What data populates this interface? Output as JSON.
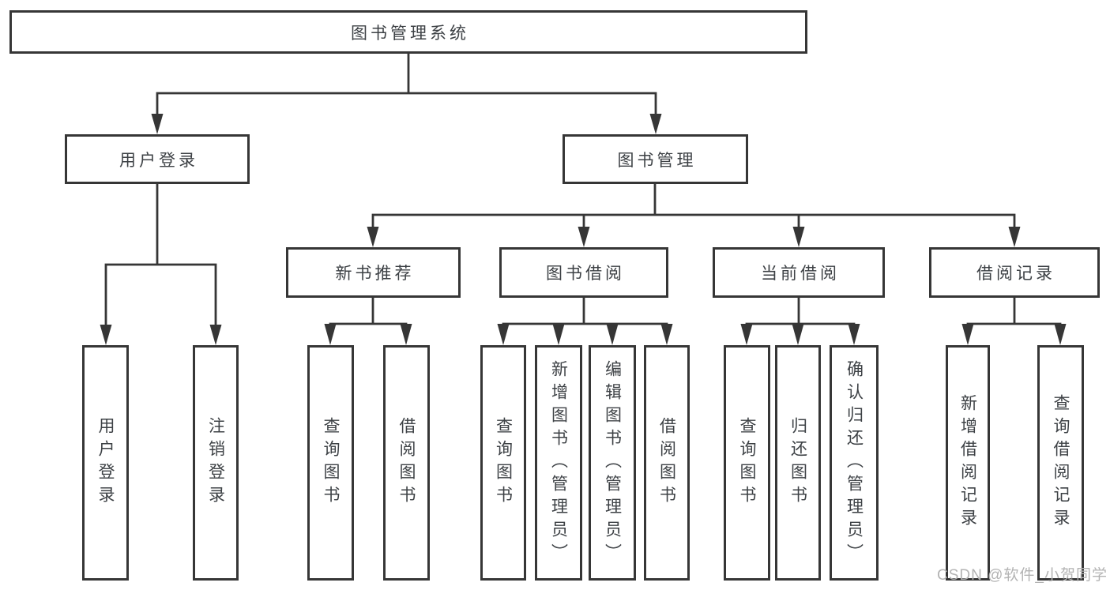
{
  "colors": {
    "line": "#363636",
    "box_border": "#363636",
    "text": "#3d4145",
    "background": "#ffffff",
    "watermark_text": "#b3b3b3"
  },
  "diagram": {
    "root": {
      "label": "图书管理系统"
    },
    "level2": [
      {
        "label": "用户登录"
      },
      {
        "label": "图书管理"
      }
    ],
    "level3": [
      {
        "label": "新书推荐",
        "parent": "图书管理"
      },
      {
        "label": "图书借阅",
        "parent": "图书管理"
      },
      {
        "label": "当前借阅",
        "parent": "图书管理"
      },
      {
        "label": "借阅记录",
        "parent": "图书管理"
      }
    ],
    "leaves": [
      {
        "label": "用户登录",
        "parent": "用户登录"
      },
      {
        "label": "注销登录",
        "parent": "用户登录"
      },
      {
        "label": "查询图书",
        "parent": "新书推荐"
      },
      {
        "label": "借阅图书",
        "parent": "新书推荐"
      },
      {
        "label": "查询图书",
        "parent": "图书借阅"
      },
      {
        "label": "新增图书（管理员）",
        "parent": "图书借阅"
      },
      {
        "label": "编辑图书（管理员）",
        "parent": "图书借阅"
      },
      {
        "label": "借阅图书",
        "parent": "图书借阅"
      },
      {
        "label": "查询图书",
        "parent": "当前借阅"
      },
      {
        "label": "归还图书",
        "parent": "当前借阅"
      },
      {
        "label": "确认归还（管理员）",
        "parent": "当前借阅"
      },
      {
        "label": "新增借阅记录",
        "parent": "借阅记录"
      },
      {
        "label": "查询借阅记录",
        "parent": "借阅记录"
      }
    ]
  },
  "watermark": {
    "text": "CSDN @软件_小贺同学"
  }
}
